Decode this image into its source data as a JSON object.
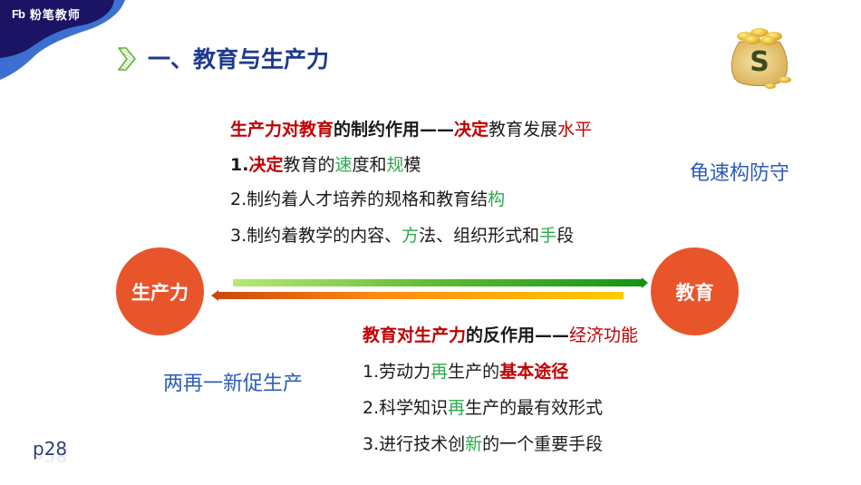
{
  "brand": {
    "logo_mark": "Fb",
    "logo_text": "粉笔教师",
    "colors": {
      "navy": "#1B1464",
      "wave_blue": "#3E74D6"
    }
  },
  "header": {
    "chevron_icon": "green-chevron-right",
    "title": "一、教育与生产力"
  },
  "decoration": {
    "money_bag_icon": "money-bag-with-dollar-sign"
  },
  "productivity_to_education": {
    "heading": {
      "part1": "生产力对教育",
      "part2": "的制约作用——",
      "part3": "决定",
      "part4": "教育发展",
      "part5": "水平"
    },
    "items": [
      {
        "prefix": "1.",
        "p1": "决定",
        "p2": "教育的",
        "p3": "速",
        "p4": "度和",
        "p5": "规",
        "p6": "模"
      },
      {
        "prefix": "2.",
        "p1": "制约着人才培养的规格和教育结",
        "p2": "构"
      },
      {
        "prefix": "3.",
        "p1": "制约着教学的内容、",
        "p2": "方",
        "p3": "法、组织形式和",
        "p4": "手",
        "p5": "段"
      }
    ],
    "mnemonic": "龟速构防守"
  },
  "diagram": {
    "left_node": "生产力",
    "right_node": "教育",
    "arrow_right_colors": [
      "#B8E874",
      "#149412"
    ],
    "arrow_left_colors": [
      "#CC4A0C",
      "#FF8A12",
      "#FFCC00"
    ],
    "node_color": "#E9552B"
  },
  "education_to_productivity": {
    "heading": {
      "part1": "教育对生产力",
      "part2": "的反作用——",
      "part3": "经济功能"
    },
    "items": [
      {
        "prefix": "1.",
        "p1": "劳动力",
        "p2": "再",
        "p3": "生产的",
        "p4": "基本途径"
      },
      {
        "prefix": "2.",
        "p1": "科学知识",
        "p2": "再",
        "p3": "生产的最有效形式"
      },
      {
        "prefix": "3.",
        "p1": "进行技术创",
        "p2": "新",
        "p3": "的一个重要手段"
      }
    ],
    "mnemonic": "两再一新促生产"
  },
  "footer": {
    "page": "p28"
  },
  "colors": {
    "red": "#C00000",
    "green": "#2EA84E",
    "blue_note": "#2E5CB8",
    "title_navy": "#1F3A8C"
  }
}
